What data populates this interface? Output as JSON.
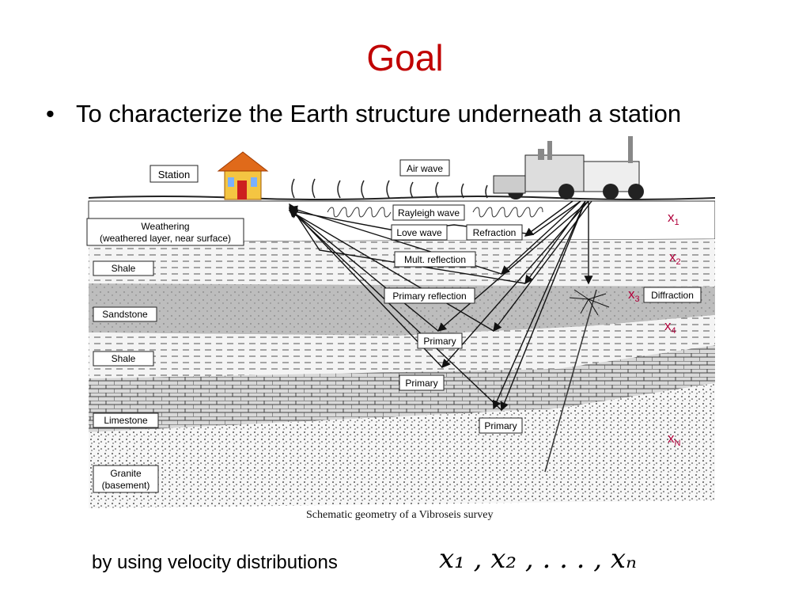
{
  "slide": {
    "title": "Goal",
    "bullet_marker": "•",
    "bullet_text": "To characterize the Earth structure underneath a station",
    "footer_text": "by using velocity distributions",
    "math_expression": "x₁ , x₂ , . . . , xₙ"
  },
  "diagram": {
    "caption": "Schematic geometry of a Vibroseis survey",
    "surface_labels": {
      "station": "Station",
      "air_wave": "Air wave",
      "rayleigh_wave": "Rayleigh wave",
      "love_wave": "Love wave",
      "refraction": "Refraction",
      "mult_reflection": "Mult. reflection",
      "primary_reflection": "Primary reflection",
      "diffraction": "Diffraction",
      "primary_1": "Primary",
      "primary_2": "Primary",
      "primary_3": "Primary"
    },
    "layers": {
      "weathering_line1": "Weathering",
      "weathering_line2": "(weathered layer, near surface)",
      "shale_1": "Shale",
      "sandstone": "Sandstone",
      "shale_2": "Shale",
      "limestone": "Limestone",
      "granite_line1": "Granite",
      "granite_line2": "(basement)"
    },
    "velocity_labels": {
      "x1": "x",
      "x1_sub": "1",
      "x2": "x",
      "x2_sub": "2",
      "x3": "x",
      "x3_sub": "3",
      "x4": "x",
      "x4_sub": "4",
      "xn": "x",
      "xn_sub": "N"
    },
    "colors": {
      "velocity_labels": "#b0003a",
      "title": "#c00000"
    }
  }
}
